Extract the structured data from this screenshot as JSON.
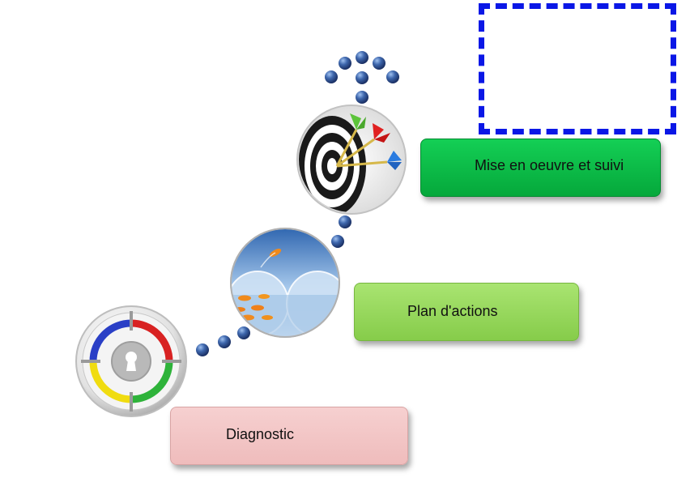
{
  "steps": [
    {
      "label": "Diagnostic",
      "icon": "lock-target-icon",
      "color": "#f2c4c4"
    },
    {
      "label": "Plan d'actions",
      "icon": "fish-jump-icon",
      "color": "#92d050"
    },
    {
      "label": "Mise en oeuvre et suivi",
      "icon": "dartboard-icon",
      "color": "#00b050"
    }
  ],
  "colors": {
    "dots": "#3b5f9e",
    "placeholder_border": "#0a17e6"
  }
}
